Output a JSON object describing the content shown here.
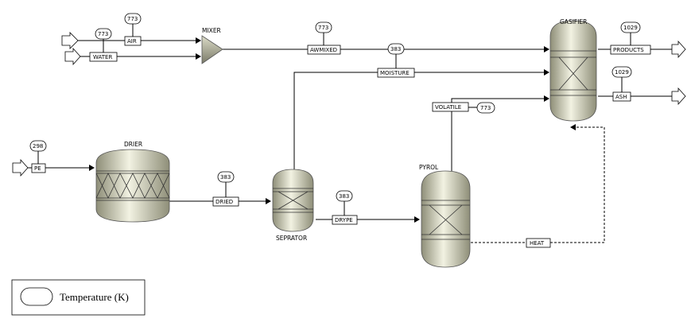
{
  "units": {
    "mixer": "MIXER",
    "gasifier": "GASIFIER",
    "drier": "DRIER",
    "separator": "SEPRATOR",
    "pyrol": "PYROL"
  },
  "streams": {
    "air": "AIR",
    "water": "WATER",
    "awmixed": "AWMIXED",
    "moisture": "MOISTURE",
    "products": "PRODUCTS",
    "ash": "ASH",
    "volatile": "VOLATILE",
    "pe": "PE",
    "dried": "DRIED",
    "drype": "DRYPE",
    "heat": "HEAT"
  },
  "temperatures": {
    "air": "773",
    "water": "773",
    "awmixed": "773",
    "moisture": "383",
    "products": "1029",
    "ash": "1029",
    "volatile": "773",
    "pe": "298",
    "dried": "383",
    "drype": "383"
  },
  "legend": {
    "label": "Temperature (K)"
  },
  "colors": {
    "vessel_light": "#f2f2e2",
    "vessel_dark": "#8e8e78"
  }
}
